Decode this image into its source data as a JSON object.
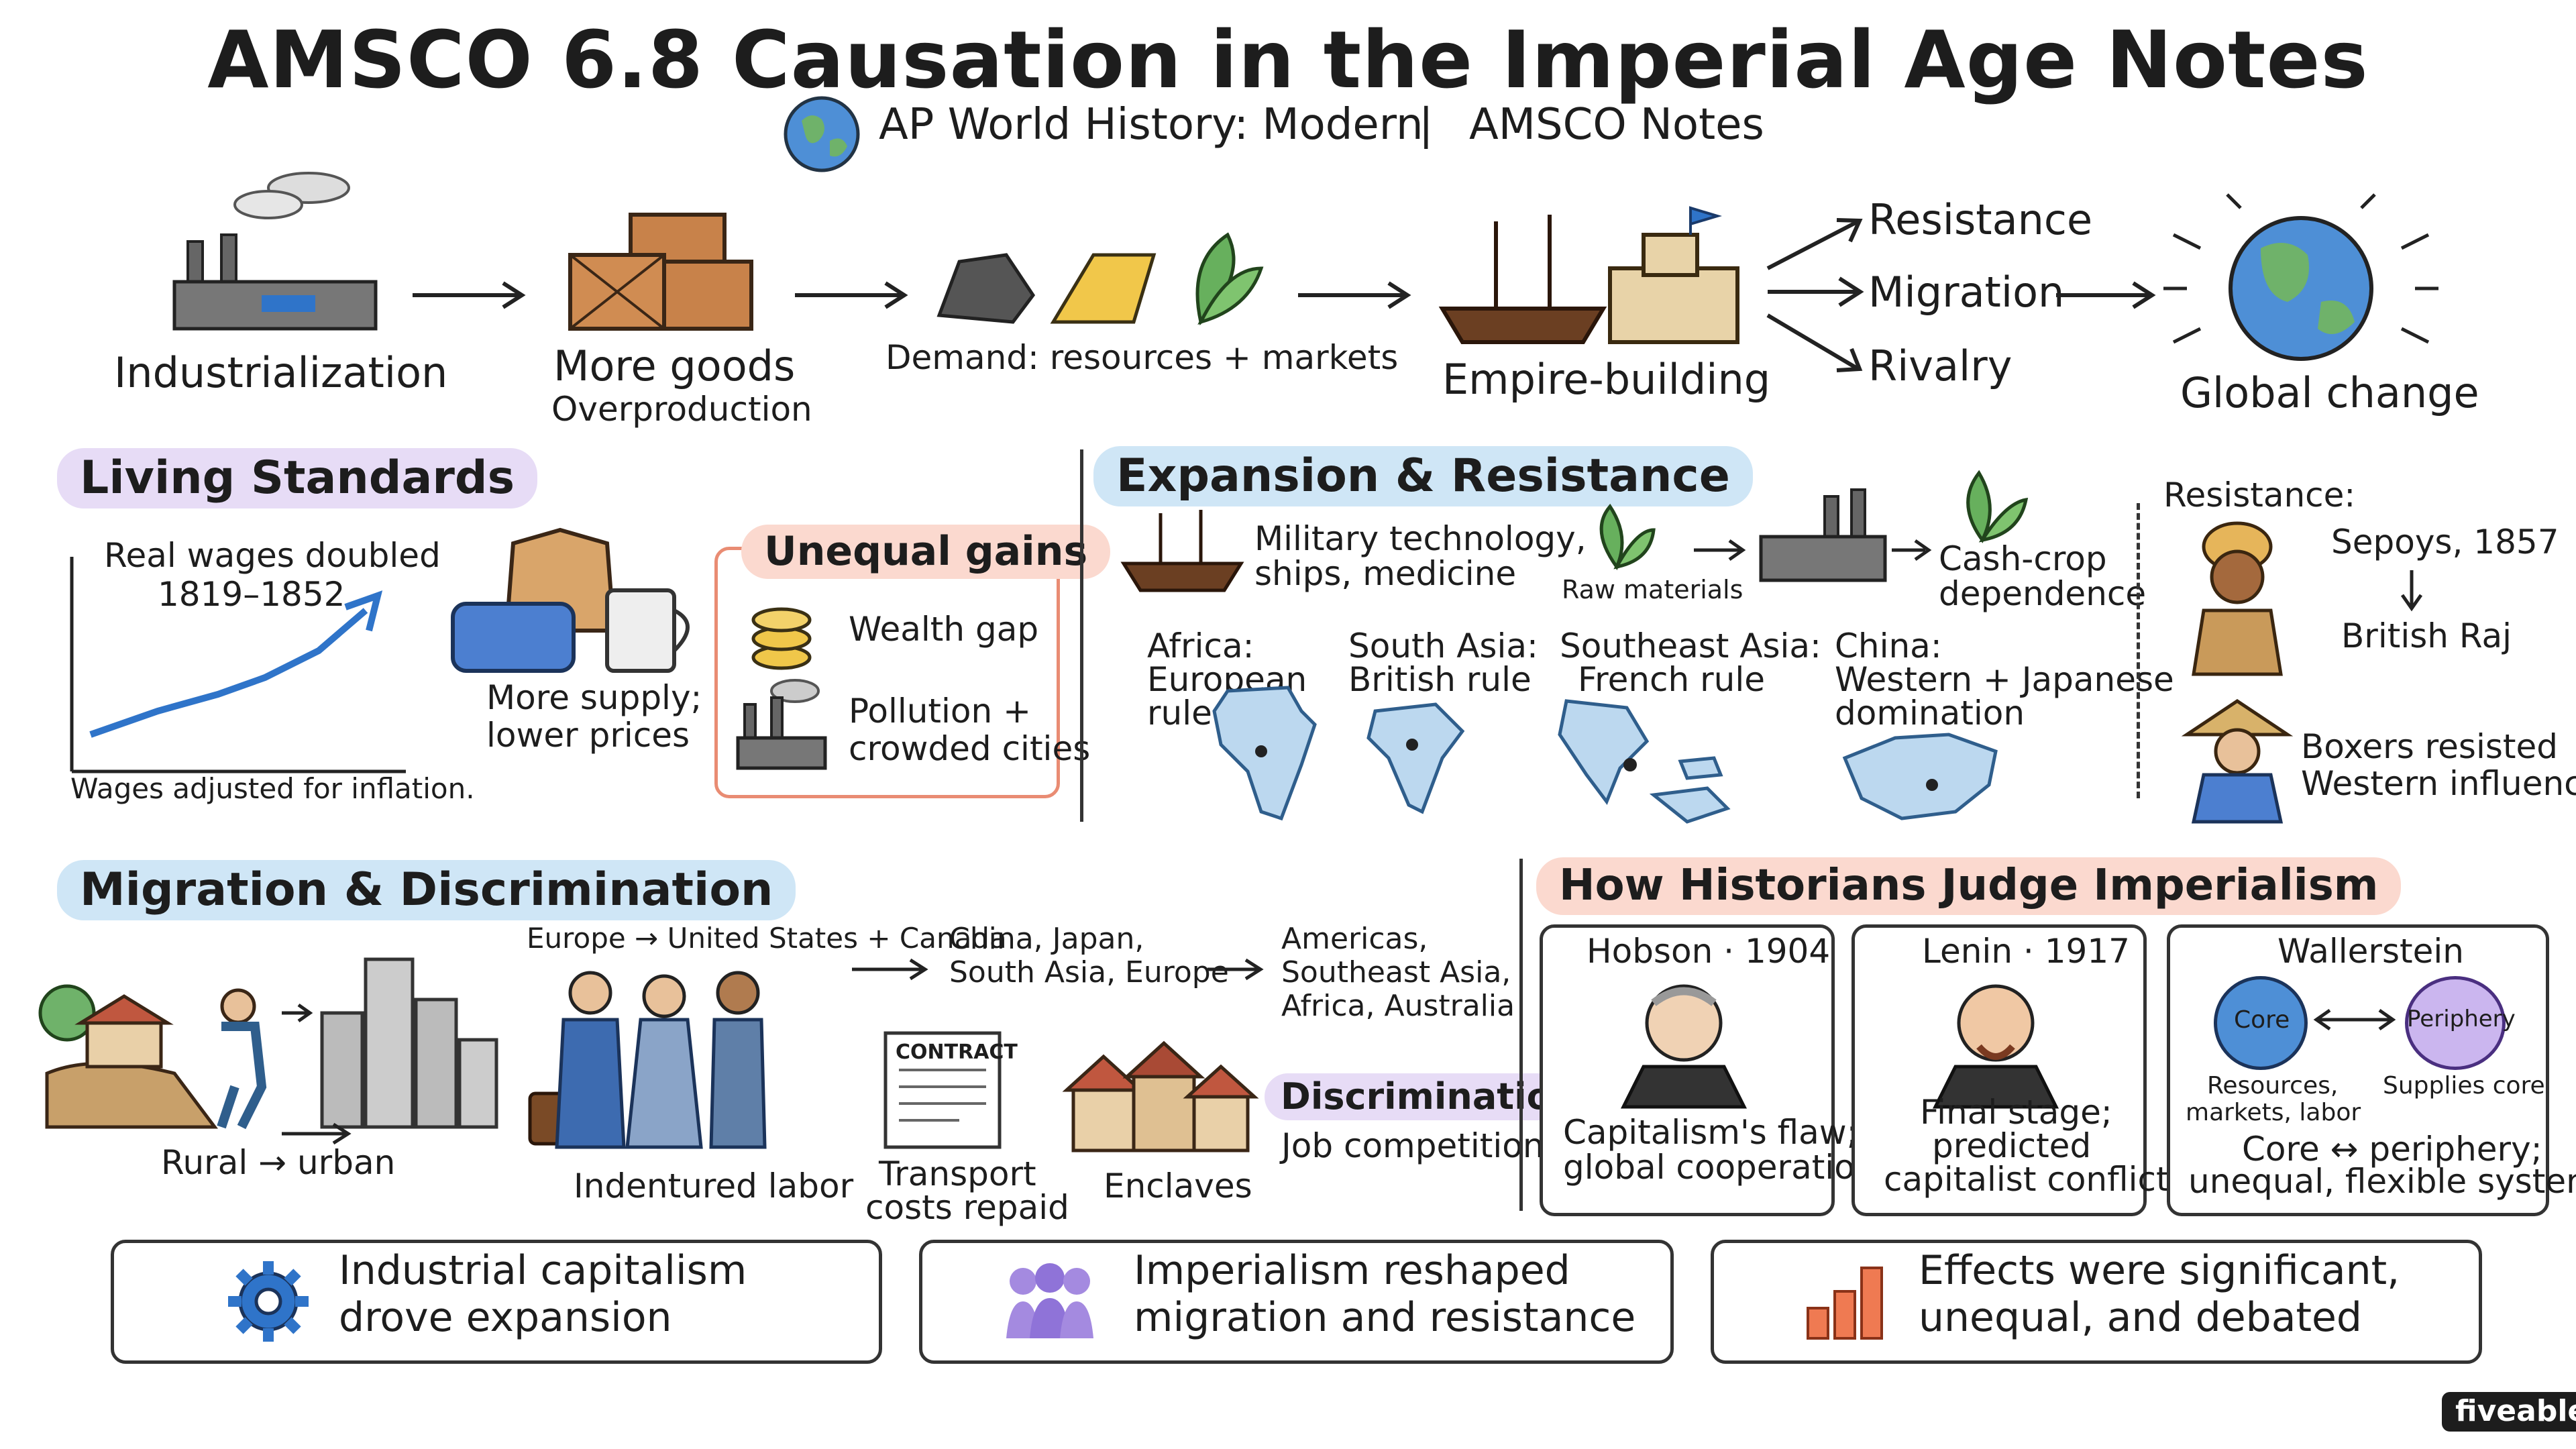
{
  "title": "AMSCO 6.8 Causation in the Imperial Age Notes",
  "subtitle": {
    "course": "AP World History: Modern",
    "separator": "|",
    "source": "AMSCO Notes"
  },
  "flow": {
    "industrialization": "Industrialization",
    "more_goods": "More goods",
    "overproduction": "Overproduction",
    "demand": "Demand: resources + markets",
    "empire_building": "Empire-building",
    "outcomes": [
      "Resistance",
      "Migration",
      "Rivalry"
    ],
    "global_change": "Global change"
  },
  "living_standards": {
    "header": "Living Standards",
    "wages_title_1": "Real wages doubled",
    "wages_title_2": "1819–1852",
    "wages_caption": "Wages adjusted for inflation.",
    "supply_1": "More supply;",
    "supply_2": "lower prices",
    "unequal_header": "Unequal gains",
    "wealth_gap": "Wealth gap",
    "pollution_1": "Pollution +",
    "pollution_2": "crowded cities"
  },
  "expansion": {
    "header": "Expansion & Resistance",
    "military_1": "Military technology,",
    "military_2": "ships, medicine",
    "raw_materials": "Raw materials",
    "cash_crop_1": "Cash-crop",
    "cash_crop_2": "dependence",
    "africa_1": "Africa:",
    "africa_2": "European",
    "africa_3": "rule",
    "south_asia_1": "South Asia:",
    "south_asia_2": "British rule",
    "se_asia_1": "Southeast Asia:",
    "se_asia_2": "French rule",
    "china_1": "China:",
    "china_2": "Western + Japanese",
    "china_3": "domination",
    "resistance_label": "Resistance:",
    "sepoys": "Sepoys, 1857",
    "british_raj": "British Raj",
    "boxers_1": "Boxers resisted",
    "boxers_2": "Western influence"
  },
  "migration": {
    "header": "Migration & Discrimination",
    "rural_urban": "Rural → urban",
    "route_1": "Europe → United States + Canada",
    "route_2a": "China, Japan,",
    "route_2b": "South Asia, Europe",
    "route_3a": "Americas,",
    "route_3b": "Southeast Asia,",
    "route_3c": "Africa, Australia",
    "indentured": "Indentured labor",
    "contract": "CONTRACT",
    "transport_1": "Transport",
    "transport_2": "costs repaid",
    "enclaves": "Enclaves",
    "discrimination": "Discrimination",
    "job_competition": "Job competition"
  },
  "historians": {
    "header": "How Historians Judge Imperialism",
    "hobson_name": "Hobson · 1904",
    "hobson_1": "Capitalism's flaw;",
    "hobson_2": "global cooperation",
    "lenin_name": "Lenin · 1917",
    "lenin_1": "Final stage;",
    "lenin_2": "predicted",
    "lenin_3": "capitalist conflict",
    "wallerstein_name": "Wallerstein",
    "core": "Core",
    "periphery": "Periphery",
    "core_desc_1": "Resources,",
    "core_desc_2": "markets, labor",
    "periphery_desc": "Supplies core",
    "system_1": "Core ↔ periphery;",
    "system_2": "unequal, flexible system"
  },
  "takeaways": [
    {
      "line1": "Industrial capitalism",
      "line2": "drove expansion",
      "icon": "gear-icon"
    },
    {
      "line1": "Imperialism reshaped",
      "line2": "migration and resistance",
      "icon": "people-icon"
    },
    {
      "line1": "Effects were significant,",
      "line2": "unequal, and debated",
      "icon": "bar-chart-icon"
    }
  ],
  "brand": "fiveable",
  "colors": {
    "lavender": "#e7dcf6",
    "peach": "#fbd9cf",
    "sky": "#cfe6f6",
    "accent_blue": "#2f74c9",
    "unequal_border": "#e98c73"
  }
}
